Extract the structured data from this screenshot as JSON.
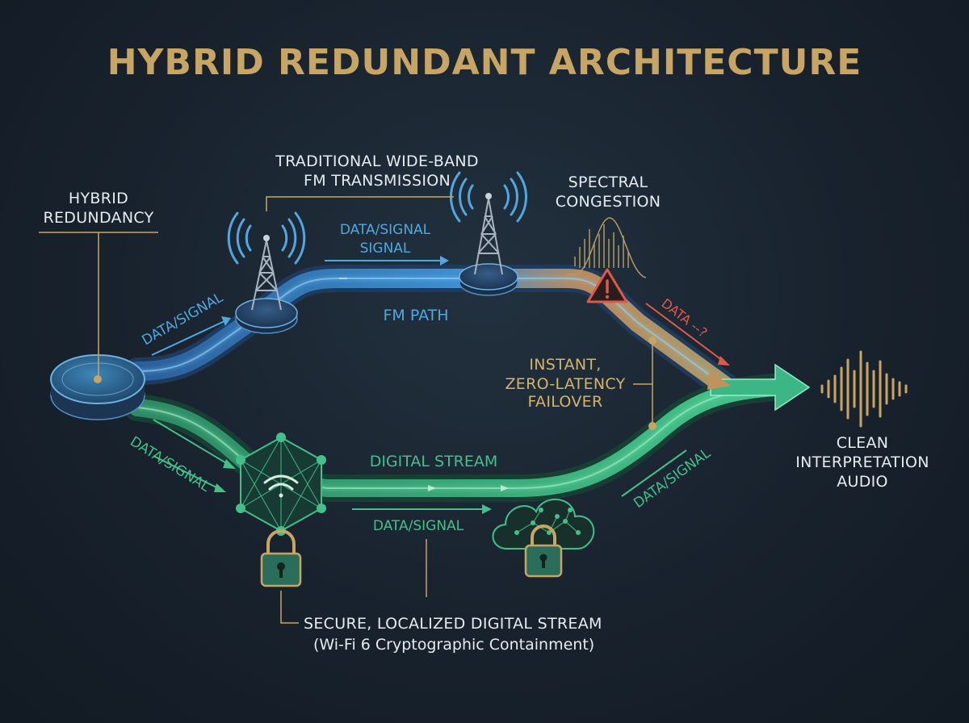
{
  "title": "HYBRID REDUNDANT ARCHITECTURE",
  "labels": {
    "hybrid_redundancy": [
      "HYBRID",
      "REDUNDANCY"
    ],
    "fm_transmission": [
      "TRADITIONAL WIDE-BAND",
      "FM TRANSMISSION"
    ],
    "spectral_congestion": [
      "SPECTRAL",
      "CONGESTION"
    ],
    "fm_signal": [
      "DATA/SIGNAL",
      "SIGNAL"
    ],
    "fm_path": "FM PATH",
    "data_signal": "DATA/SIGNAL",
    "data_lost": "DATA --?",
    "failover": [
      "INSTANT,",
      "ZERO-LATENCY",
      "FAILOVER"
    ],
    "digital_stream": "DIGITAL STREAM",
    "clean_audio": [
      "CLEAN",
      "INTERPRETATION",
      "AUDIO"
    ],
    "secure_stream": "SECURE, LOCALIZED DIGITAL STREAM",
    "secure_stream_sub": "(Wi-Fi 6 Cryptographic Containment)"
  },
  "colors": {
    "background": "#18222d",
    "gold": "#c8a563",
    "fm_blue": "#4fa9df",
    "digital_green": "#43c08a",
    "alert_red": "#e0584a"
  },
  "icons": [
    "transmission-tower-icon",
    "warning-icon",
    "wifi-icon",
    "padlock-icon",
    "cloud-icon",
    "audio-waveform-icon",
    "spectrum-icon"
  ]
}
